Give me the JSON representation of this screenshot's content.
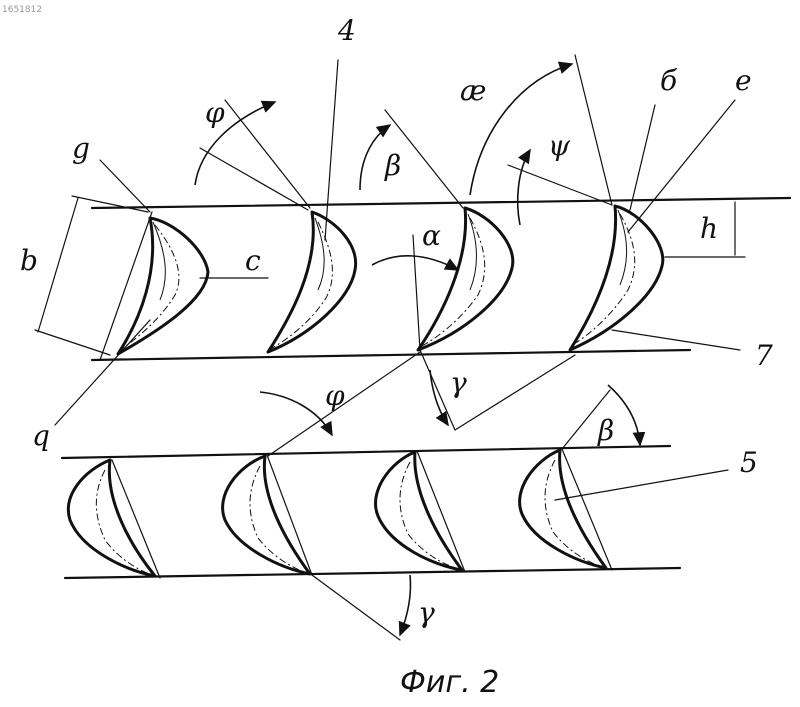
{
  "doc_number": "1651812",
  "labels": {
    "g": "g",
    "four": "4",
    "phi_top": "φ",
    "beta_top": "β",
    "kappa": "æ",
    "psi": "ψ",
    "six": "б",
    "e": "e",
    "b": "b",
    "c": "c",
    "alpha": "α",
    "h": "h",
    "seven": "7",
    "q": "q",
    "gamma_mid": "γ",
    "phi_low": "φ",
    "beta_low": "β",
    "five": "5",
    "gamma_low": "γ"
  },
  "caption": "Фиг. 2"
}
